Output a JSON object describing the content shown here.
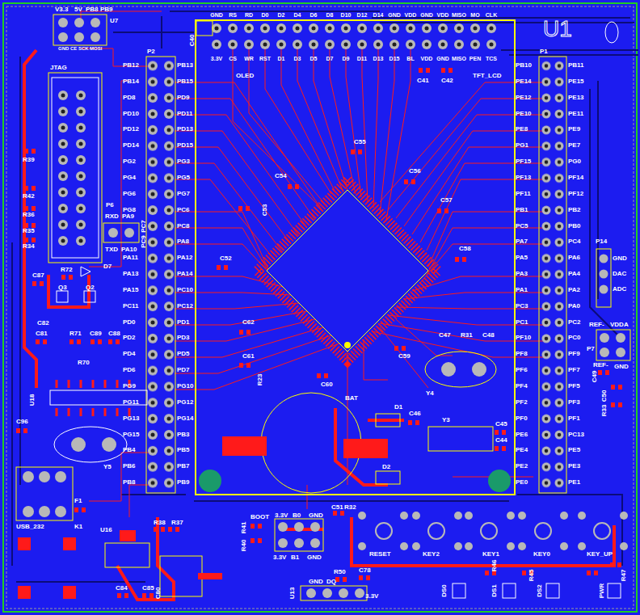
{
  "diagram": {
    "labels": [
      "V3.3",
      "5V",
      "PB8",
      "PB9",
      "U7",
      "GND",
      "CE",
      "SCK",
      "MOSI",
      "JTAG",
      "PB12",
      "PB14",
      "PD8",
      "PD10",
      "PD12",
      "PD14",
      "PG2",
      "PG4",
      "PG6",
      "PG8",
      "PC7",
      "PC9",
      "PA11",
      "PA13",
      "PA15",
      "PC11",
      "PD0",
      "PD2",
      "PD4",
      "PD6",
      "PG9",
      "PG11",
      "PG13",
      "PG15",
      "PB4",
      "PB6",
      "PB8",
      "PB13",
      "PB15",
      "PD9",
      "PD11",
      "PD13",
      "PD15",
      "PG3",
      "PG5",
      "PG7",
      "PC6",
      "PC8",
      "PA8",
      "PA12",
      "PA14",
      "PC10",
      "PC12",
      "PD1",
      "PD3",
      "PD5",
      "PD7",
      "PG10",
      "PG12",
      "PG14",
      "PB3",
      "PB5",
      "PB7",
      "PB9",
      "P2",
      "P6",
      "RXD",
      "PA9",
      "TXD",
      "PA10",
      "PB10",
      "PE14",
      "PE12",
      "PE10",
      "PE8",
      "PG1",
      "PF15",
      "PF13",
      "PF11",
      "PB1",
      "PC5",
      "PA7",
      "PA5",
      "PA3",
      "PA1",
      "PC3",
      "PC1",
      "PF10",
      "PF8",
      "PF6",
      "PF4",
      "PF2",
      "PF0",
      "PE6",
      "PE4",
      "PE2",
      "PE0",
      "PB11",
      "PE15",
      "PE13",
      "PE11",
      "PE9",
      "PE7",
      "PG0",
      "PF14",
      "PF12",
      "PB2",
      "PB0",
      "PC4",
      "PA6",
      "PA4",
      "PA2",
      "PA0",
      "PC2",
      "PC0",
      "PF9",
      "PF7",
      "PF5",
      "PF3",
      "PF1",
      "PC13",
      "PE5",
      "PE3",
      "PE1",
      "P1",
      "GND",
      "RS",
      "RD",
      "D0",
      "D2",
      "D4",
      "D6",
      "D8",
      "D10",
      "D12",
      "D14",
      "GND",
      "VDD",
      "GND",
      "VDD",
      "MISO",
      "MO",
      "CLK",
      "3.3V",
      "CS",
      "WR",
      "RST",
      "D1",
      "D3",
      "D5",
      "D7",
      "D9",
      "D11",
      "D13",
      "D15",
      "BL",
      "VDD",
      "GND",
      "MISO",
      "PEN",
      "TCS",
      "C40",
      "OLED",
      "TFT_LCD",
      "C41",
      "C42",
      "U1",
      "C55",
      "C56",
      "C54",
      "C53",
      "C57",
      "C58",
      "C52",
      "C62",
      "C59",
      "C47",
      "R31",
      "C48",
      "C61",
      "C60",
      "R23",
      "BAT",
      "D1",
      "C46",
      "Y4",
      "Y3",
      "C45",
      "C44",
      "D2",
      "R39",
      "R42",
      "R36",
      "R35",
      "R34",
      "R72",
      "D7",
      "C87",
      "Q3",
      "Q2",
      "C82",
      "C81",
      "R71",
      "C89",
      "C88",
      "R70",
      "U18",
      "C96",
      "Y5",
      "USB_232",
      "F1",
      "K1",
      "U16",
      "R38",
      "R37",
      "C84",
      "C85",
      "C80",
      "P14",
      "GND",
      "DAC",
      "ADC",
      "REF-",
      "VDDA",
      "P7",
      "REF-",
      "GND",
      "C49",
      "C50",
      "R33",
      "BOOT",
      "R41",
      "R40",
      "3.3V",
      "B0",
      "GND",
      "C51",
      "R32",
      "3.3V",
      "B1",
      "GND",
      "RESET",
      "KEY2",
      "KEY1",
      "KEY0",
      "KEY_UP",
      "R47",
      "R50",
      "C78",
      "GND",
      "DQ",
      "3.3V",
      "U13",
      "DS0",
      "DS1",
      "R46",
      "R45",
      "DS2",
      "PWR"
    ]
  }
}
